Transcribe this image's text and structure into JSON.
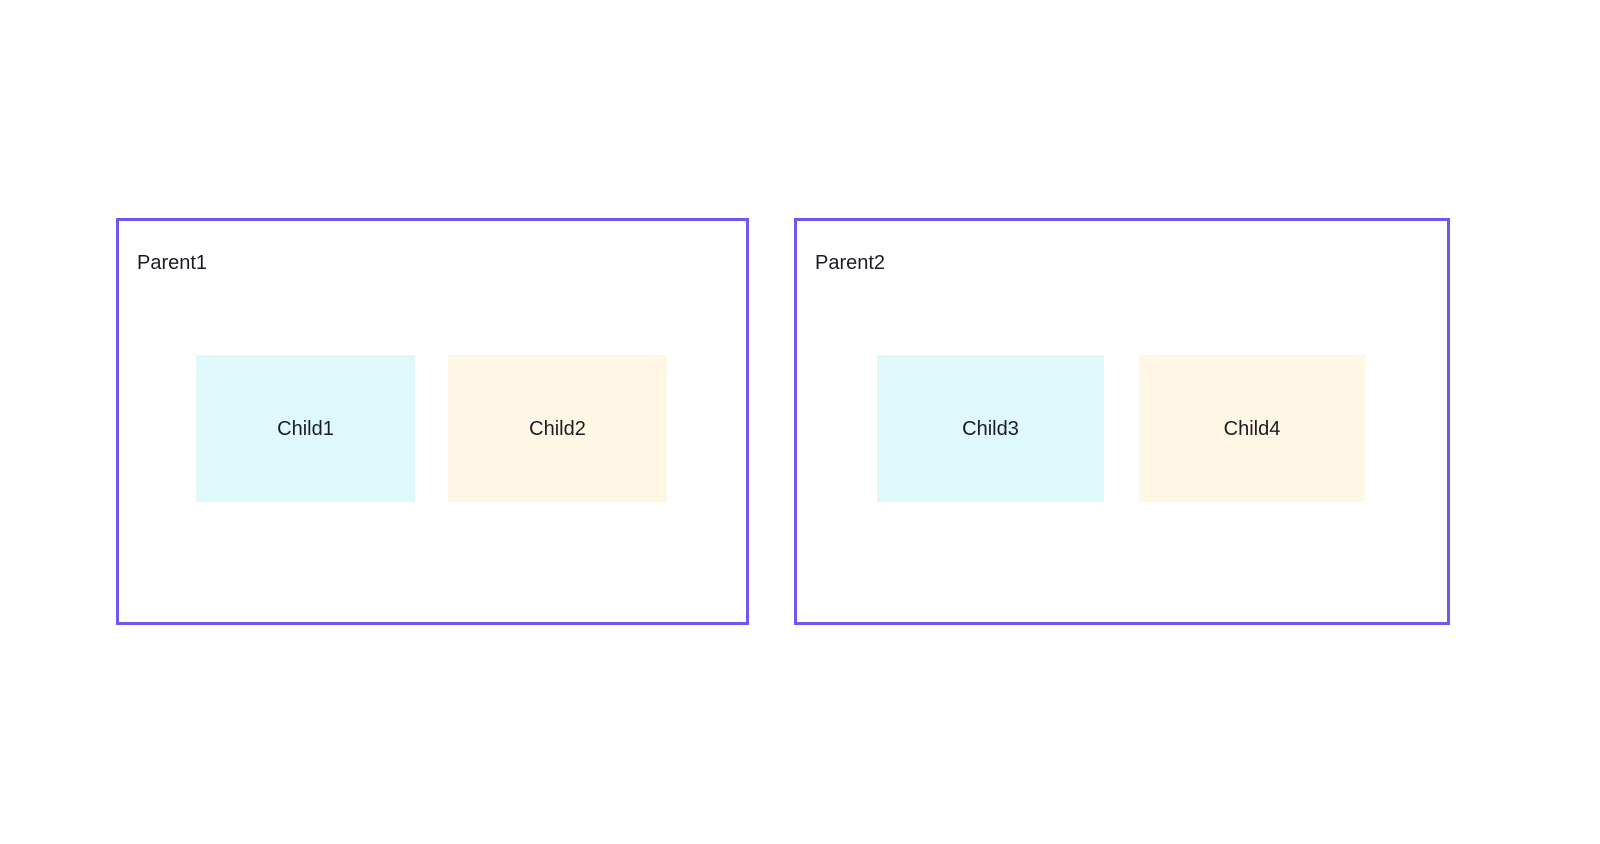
{
  "colors": {
    "parent_border": "#7355f0",
    "child_cyan": "#dff8f9",
    "child_cream": "#fff7e5",
    "text": "#1b1b24",
    "background": "#ffffff"
  },
  "parents": [
    {
      "label": "Parent1",
      "children": [
        {
          "label": "Child1",
          "fill": "cyan"
        },
        {
          "label": "Child2",
          "fill": "cream"
        }
      ]
    },
    {
      "label": "Parent2",
      "children": [
        {
          "label": "Child3",
          "fill": "cyan"
        },
        {
          "label": "Child4",
          "fill": "cream"
        }
      ]
    }
  ]
}
